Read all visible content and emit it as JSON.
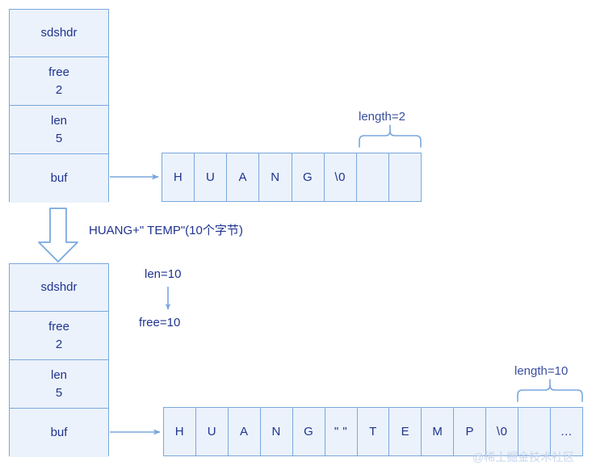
{
  "theme": {
    "cell_fill": "#ebf2fb",
    "cell_border": "#7aa7dd",
    "text_color": "#20338f",
    "arrow_color": "#7aa7dd",
    "watermark_color": "#c6d4ea",
    "background": "#ffffff"
  },
  "before": {
    "struct_name": "sdshdr",
    "fields": [
      {
        "name": "sdshdr",
        "value": ""
      },
      {
        "name": "free",
        "value": "2"
      },
      {
        "name": "len",
        "value": "5"
      },
      {
        "name": "buf",
        "value": ""
      }
    ],
    "buffer": {
      "cells": [
        "H",
        "U",
        "A",
        "N",
        "G",
        "\\0",
        "",
        ""
      ],
      "cell_count": 8
    },
    "brace_label": "length=2",
    "brace_span_cells": 2
  },
  "transition": {
    "operation_label": "HUANG+\" TEMP\"(10个字节)",
    "len_label": "len=10",
    "free_label": "free=10"
  },
  "after": {
    "struct_name": "sdshdr",
    "fields": [
      {
        "name": "sdshdr",
        "value": ""
      },
      {
        "name": "free",
        "value": "2"
      },
      {
        "name": "len",
        "value": "5"
      },
      {
        "name": "buf",
        "value": ""
      }
    ],
    "buffer": {
      "cells": [
        "H",
        "U",
        "A",
        "N",
        "G",
        "\" \"",
        "T",
        "E",
        "M",
        "P",
        "\\0",
        "",
        "..."
      ],
      "cell_count": 13
    },
    "brace_label": "length=10",
    "brace_span_cells": 2
  },
  "watermark": {
    "text": "@稀土掘金技术社区"
  }
}
